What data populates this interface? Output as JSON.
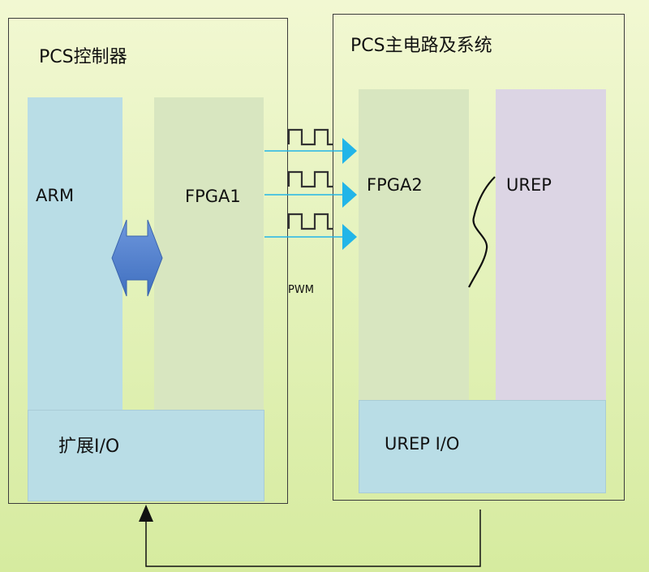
{
  "diagram": {
    "left_panel": {
      "title": "PCS控制器"
    },
    "right_panel": {
      "title": "PCS主电路及系统"
    },
    "blocks": {
      "arm": "ARM",
      "fpga1": "FPGA1",
      "ext_io": "扩展I/O",
      "fpga2": "FPGA2",
      "urep": "UREP",
      "urep_io": "UREP I/O"
    },
    "signal_label": "PWM"
  },
  "colors": {
    "background_top": "#f2f8d2",
    "background_bottom": "#d6eb9f",
    "blue_block": "#b9dde6",
    "fpga_block": "#d8e6c0",
    "urep_block": "#dcd5e4",
    "arrow_cyan": "#22b5e8",
    "bus_arrow": "#4f7fcc"
  }
}
